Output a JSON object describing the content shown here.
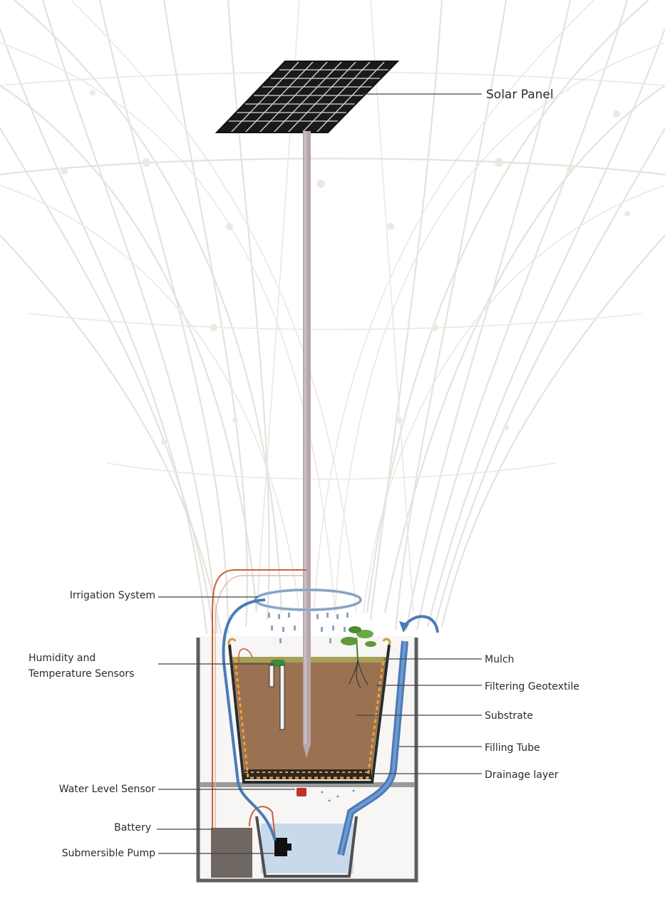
{
  "labels": {
    "solar_panel": "Solar Panel",
    "irrigation_system": "Irrigation System",
    "humidity_line1": "Humidity and",
    "humidity_line2": "Temperature Sensors",
    "mulch": "Mulch",
    "filtering_geotextile": "Filtering Geotextile",
    "substrate": "Substrate",
    "filling_tube": "Filling Tube",
    "drainage_layer": "Drainage layer",
    "water_level_sensor": "Water Level Sensor",
    "battery": "Battery",
    "submersible_pump": "Submersible Pump"
  },
  "colors": {
    "soil": "#9b7251",
    "geotextile": "#e9a33a",
    "water": "#c9d9ec",
    "tube_blue": "#4a7bb7",
    "pole": "#b7a7ad",
    "battery": "#6f6762",
    "wire": "#c0643a",
    "net": "#e6e2dc"
  }
}
